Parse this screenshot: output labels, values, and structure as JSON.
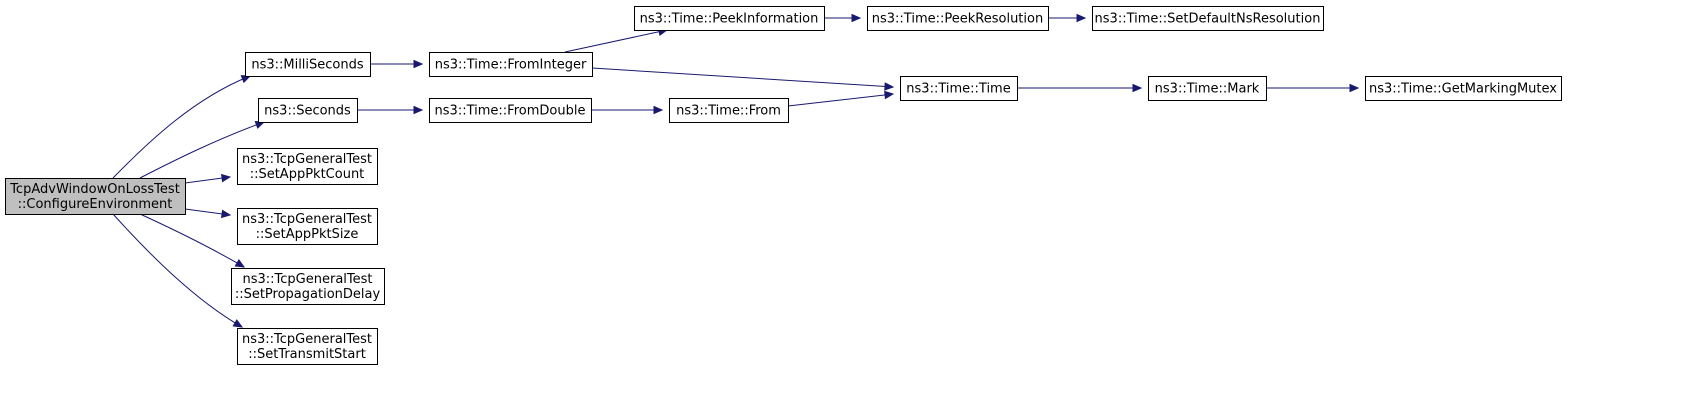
{
  "diagram": {
    "type": "call-graph",
    "colors": {
      "edge": "#191970",
      "root_fill": "#bfbfbf",
      "node_fill": "#ffffff",
      "node_border": "#000000"
    },
    "nodes": [
      {
        "id": "root",
        "lines": [
          "TcpAdvWindowOnLossTest",
          "::ConfigureEnvironment"
        ],
        "highlighted": true
      },
      {
        "id": "milliseconds",
        "lines": [
          "ns3::MilliSeconds"
        ]
      },
      {
        "id": "seconds",
        "lines": [
          "ns3::Seconds"
        ]
      },
      {
        "id": "setapppktcount",
        "lines": [
          "ns3::TcpGeneralTest",
          "::SetAppPktCount"
        ]
      },
      {
        "id": "setapppktsize",
        "lines": [
          "ns3::TcpGeneralTest",
          "::SetAppPktSize"
        ]
      },
      {
        "id": "setpropagationdelay",
        "lines": [
          "ns3::TcpGeneralTest",
          "::SetPropagationDelay"
        ]
      },
      {
        "id": "settransmitstart",
        "lines": [
          "ns3::TcpGeneralTest",
          "::SetTransmitStart"
        ]
      },
      {
        "id": "frominteger",
        "lines": [
          "ns3::Time::FromInteger"
        ]
      },
      {
        "id": "fromdouble",
        "lines": [
          "ns3::Time::FromDouble"
        ]
      },
      {
        "id": "peekinformation",
        "lines": [
          "ns3::Time::PeekInformation"
        ]
      },
      {
        "id": "from",
        "lines": [
          "ns3::Time::From"
        ]
      },
      {
        "id": "peekresolution",
        "lines": [
          "ns3::Time::PeekResolution"
        ]
      },
      {
        "id": "time",
        "lines": [
          "ns3::Time::Time"
        ]
      },
      {
        "id": "setdefaultnsresolution",
        "lines": [
          "ns3::Time::SetDefaultNsResolution"
        ]
      },
      {
        "id": "mark",
        "lines": [
          "ns3::Time::Mark"
        ]
      },
      {
        "id": "getmarkingmutex",
        "lines": [
          "ns3::Time::GetMarkingMutex"
        ]
      }
    ],
    "edges": [
      {
        "from": "root",
        "to": "milliseconds"
      },
      {
        "from": "root",
        "to": "seconds"
      },
      {
        "from": "root",
        "to": "setapppktcount"
      },
      {
        "from": "root",
        "to": "setapppktsize"
      },
      {
        "from": "root",
        "to": "setpropagationdelay"
      },
      {
        "from": "root",
        "to": "settransmitstart"
      },
      {
        "from": "milliseconds",
        "to": "frominteger"
      },
      {
        "from": "seconds",
        "to": "fromdouble"
      },
      {
        "from": "frominteger",
        "to": "peekinformation"
      },
      {
        "from": "frominteger",
        "to": "time"
      },
      {
        "from": "fromdouble",
        "to": "from"
      },
      {
        "from": "peekinformation",
        "to": "peekresolution"
      },
      {
        "from": "peekresolution",
        "to": "setdefaultnsresolution"
      },
      {
        "from": "from",
        "to": "time"
      },
      {
        "from": "time",
        "to": "mark"
      },
      {
        "from": "mark",
        "to": "getmarkingmutex"
      }
    ]
  }
}
